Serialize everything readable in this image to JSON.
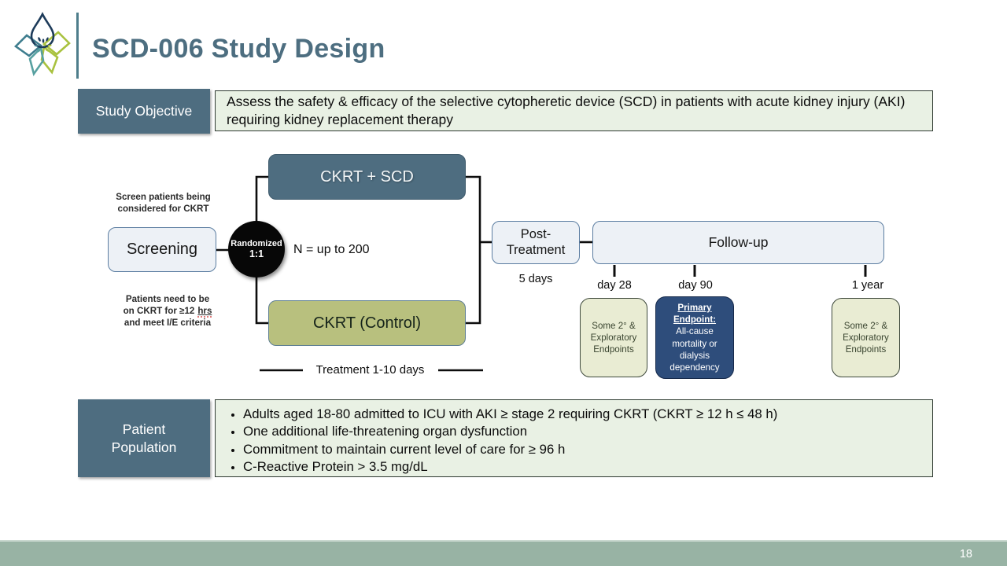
{
  "slide": {
    "title": "SCD-006 Study Design",
    "page_number": "18"
  },
  "objective": {
    "label": "Study Objective",
    "text": "Assess the safety & efficacy of the selective cytopheretic device (SCD) in patients with acute kidney injury (AKI) requiring kidney replacement therapy"
  },
  "diagram": {
    "screen_note": {
      "line1": "Screen patients being",
      "line2": "considered for CKRT"
    },
    "screening": "Screening",
    "randomized": {
      "line1": "Randomized",
      "line2": "1:1"
    },
    "n_label": "N = up to 200",
    "arms": {
      "top": "CKRT + SCD",
      "bottom": "CKRT (Control)"
    },
    "ckrt_note": {
      "line1": "Patients need to be",
      "line2_prefix": "on CKRT for ≥12",
      "line2_word": "hrs",
      "line3": "and meet I/E criteria"
    },
    "treatment_duration": "Treatment 1-10 days",
    "post_treatment": {
      "line1": "Post-",
      "line2": "Treatment",
      "duration": "5 days"
    },
    "followup": "Follow-up",
    "timepoints": [
      "day 28",
      "day 90",
      "1 year"
    ],
    "endpoints": {
      "secondary_left": "Some 2° & Exploratory Endpoints",
      "primary_title": "Primary Endpoint:",
      "primary_body": "All-cause mortality or dialysis dependency",
      "secondary_right": "Some 2° & Exploratory Endpoints"
    }
  },
  "population": {
    "label": {
      "line1": "Patient",
      "line2": "Population"
    },
    "bullets": [
      "Adults aged 18-80 admitted to ICU with AKI ≥ stage 2 requiring CKRT (CKRT ≥ 12 h ≤ 48 h)",
      "One additional life-threatening organ dysfunction",
      "Commitment to maintain current level of care for ≥ 96 h",
      "C-Reactive Protein > 3.5 mg/dL"
    ]
  },
  "colors": {
    "slate": "#4E6D80",
    "olive": "#B8C07E",
    "navy": "#2E4D7B",
    "light_green": "#E9F1E4",
    "cream": "#E9ECD3",
    "light_blue": "#EDF1F6",
    "footer_sage": "#98B3A4",
    "title_slate": "#4D6E80",
    "line_black": "#111111"
  }
}
